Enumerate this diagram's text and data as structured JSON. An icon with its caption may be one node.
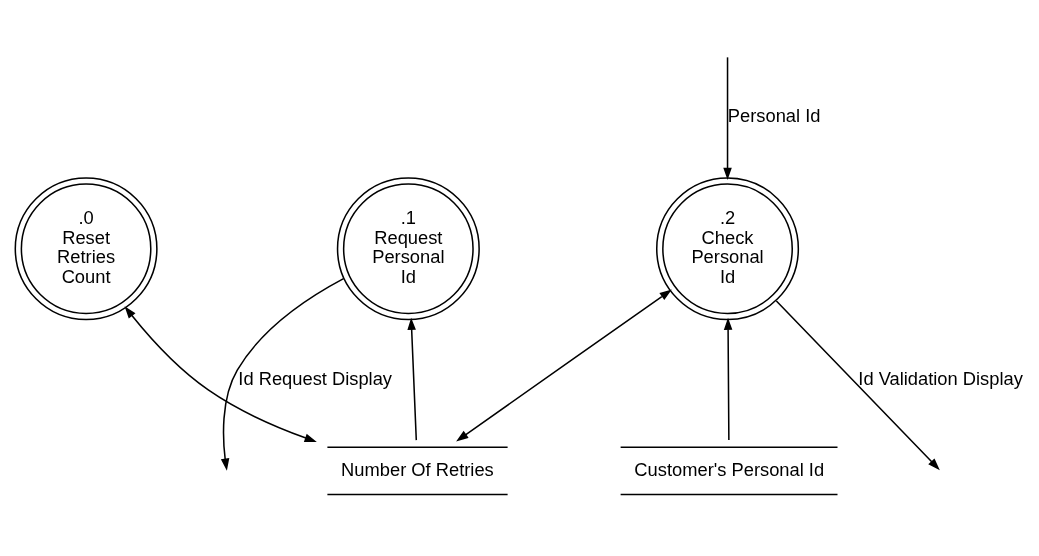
{
  "diagram": {
    "nodes": [
      {
        "text": [
          ".0",
          "Reset Retries Count"
        ]
      },
      {
        "text": [
          ".1",
          "Request Personal Id"
        ]
      },
      {
        "text": [
          ".2",
          "Check Personal Id"
        ]
      },
      {
        "text": [
          "Number Of Retries"
        ]
      },
      {
        "text": [
          "Customer's Personal Id"
        ]
      }
    ],
    "edges": [
      {
        "from": 0,
        "to": 3,
        "arrow": "both"
      },
      {
        "from": 3,
        "to": 1,
        "arrow": "to"
      },
      {
        "from": 3,
        "to": 2,
        "arrow": "both"
      },
      {
        "from": 4,
        "to": 2,
        "arrow": "to"
      },
      {
        "from": 1,
        "to": null,
        "arrow": "to",
        "label": "Id Request Display"
      },
      {
        "from": 2,
        "to": null,
        "arrow": "to",
        "label": "Id Validation Display"
      },
      {
        "from": null,
        "to": 2,
        "arrow": "to",
        "label": "Personal Id"
      }
    ]
  }
}
